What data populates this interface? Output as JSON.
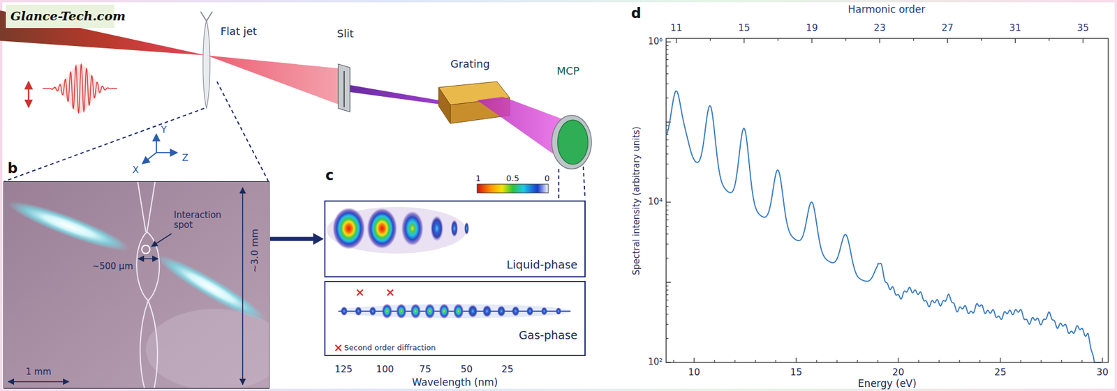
{
  "diagram": {
    "nodes": [
      {
        "text": [
          "b"
        ]
      },
      {
        "text": [
          "Liquid-phase"
        ]
      },
      {
        "text": [
          "Gas-phase"
        ]
      }
    ],
    "edges": [
      {
        "from": 0,
        "to": 1,
        "arrow": "to"
      }
    ],
    "labels": [
      "Glance-Tech.com",
      "Flat jet",
      "Slit",
      "Grating",
      "MCP",
      "Y",
      "X",
      "Z",
      "Interaction spot",
      "~500 µm",
      "~3.0 mm",
      "1 mm",
      "c",
      "1",
      "0.5",
      "0",
      "125",
      "100",
      "75",
      "50",
      "25",
      "Wavelength (nm)",
      "d",
      "Harmonic order",
      "11",
      "15",
      "19",
      "23",
      "27",
      "31",
      "35",
      "10⁶",
      "10⁴",
      "10²",
      "10",
      "15",
      "20",
      "25",
      "30",
      "Energy (eV)",
      "Spectral intensity (arbitrary units)"
    ],
    "legend": [
      {
        "text": "Second order diffraction"
      }
    ]
  }
}
